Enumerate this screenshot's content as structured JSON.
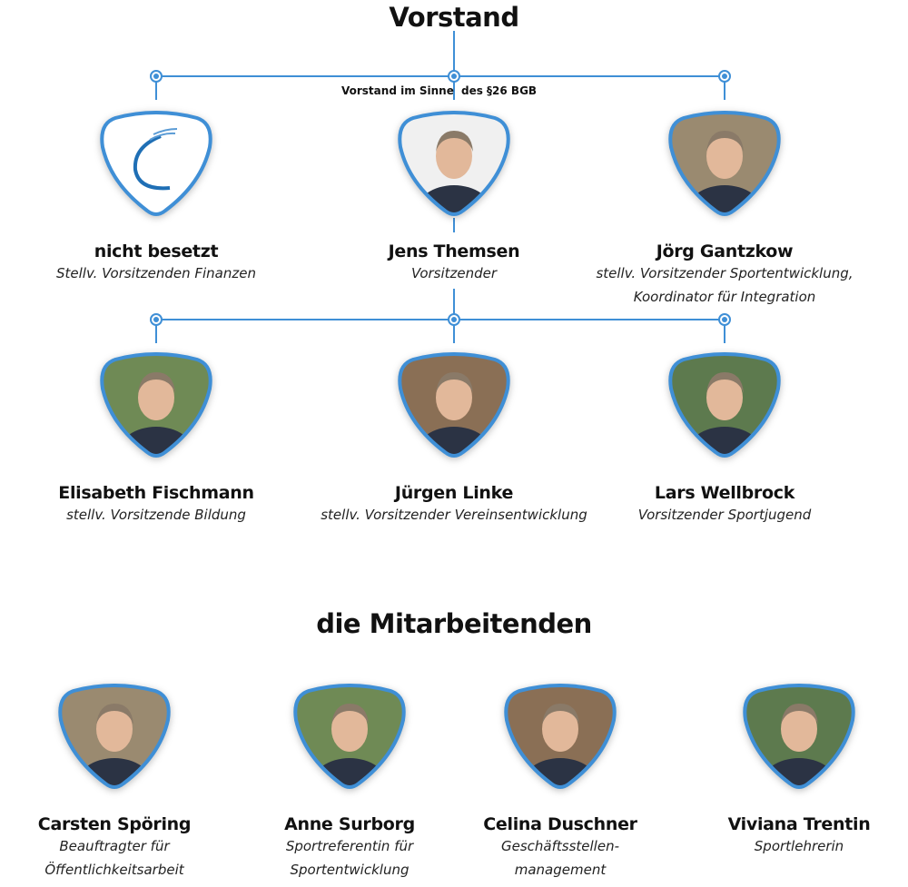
{
  "heading_board": "Vorstand",
  "board_note_left": "Vorstand im Sinne",
  "board_note_right": "des §26 BGB",
  "heading_staff": "die Mitarbeitenden",
  "accent_color": "#3f8fd6",
  "board_top": [
    {
      "name": "nicht besetzt",
      "role": "Stellv. Vorsitzenden Finanzen",
      "photo": "logo"
    },
    {
      "name": "Jens Themsen",
      "role": "Vorsitzender",
      "photo": "portrait"
    },
    {
      "name": "Jörg Gantzkow",
      "role": "stellv. Vorsitzender Sportentwicklung,\nKoordinator für Integration",
      "photo": "portrait"
    }
  ],
  "board_bottom": [
    {
      "name": "Elisabeth Fischmann",
      "role": "stellv. Vorsitzende Bildung",
      "photo": "portrait"
    },
    {
      "name": "Jürgen Linke",
      "role": "stellv. Vorsitzender Vereinsentwicklung",
      "photo": "portrait"
    },
    {
      "name": "Lars Wellbrock",
      "role": "Vorsitzender Sportjugend",
      "photo": "portrait"
    }
  ],
  "staff": [
    {
      "name": "Carsten Spöring",
      "role": "Beauftragter für\nÖffentlichkeitsarbeit",
      "photo": "portrait"
    },
    {
      "name": "Anne Surborg",
      "role": "Sportreferentin für\nSportentwicklung",
      "photo": "portrait"
    },
    {
      "name": "Celina Duschner",
      "role": "Geschäftsstellen-\nmanagement",
      "photo": "portrait"
    },
    {
      "name": "Viviana Trentin",
      "role": "Sportlehrerin",
      "photo": "portrait"
    }
  ]
}
